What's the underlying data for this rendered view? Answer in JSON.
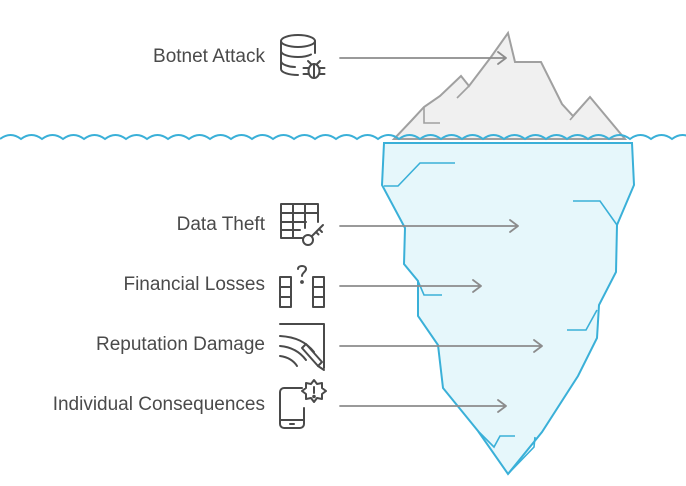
{
  "layers": [
    {
      "label": "Botnet Attack",
      "icon": "database-bug-icon",
      "zone": "above-water"
    },
    {
      "label": "Data Theft",
      "icon": "table-key-icon",
      "zone": "below-water"
    },
    {
      "label": "Financial Losses",
      "icon": "columns-question-icon",
      "zone": "below-water"
    },
    {
      "label": "Reputation Damage",
      "icon": "chart-decline-icon",
      "zone": "below-water"
    },
    {
      "label": "Individual Consequences",
      "icon": "phone-alert-icon",
      "zone": "below-water"
    }
  ],
  "colors": {
    "text": "#4a4a4a",
    "icon_stroke": "#4a4a4a",
    "arrow": "#8c8c8c",
    "peak_fill": "#f0f0f0",
    "peak_stroke": "#a0a0a0",
    "water_line": "#3ab0d8",
    "ice_fill": "#e6f7fb",
    "ice_stroke": "#3ab0d8"
  }
}
